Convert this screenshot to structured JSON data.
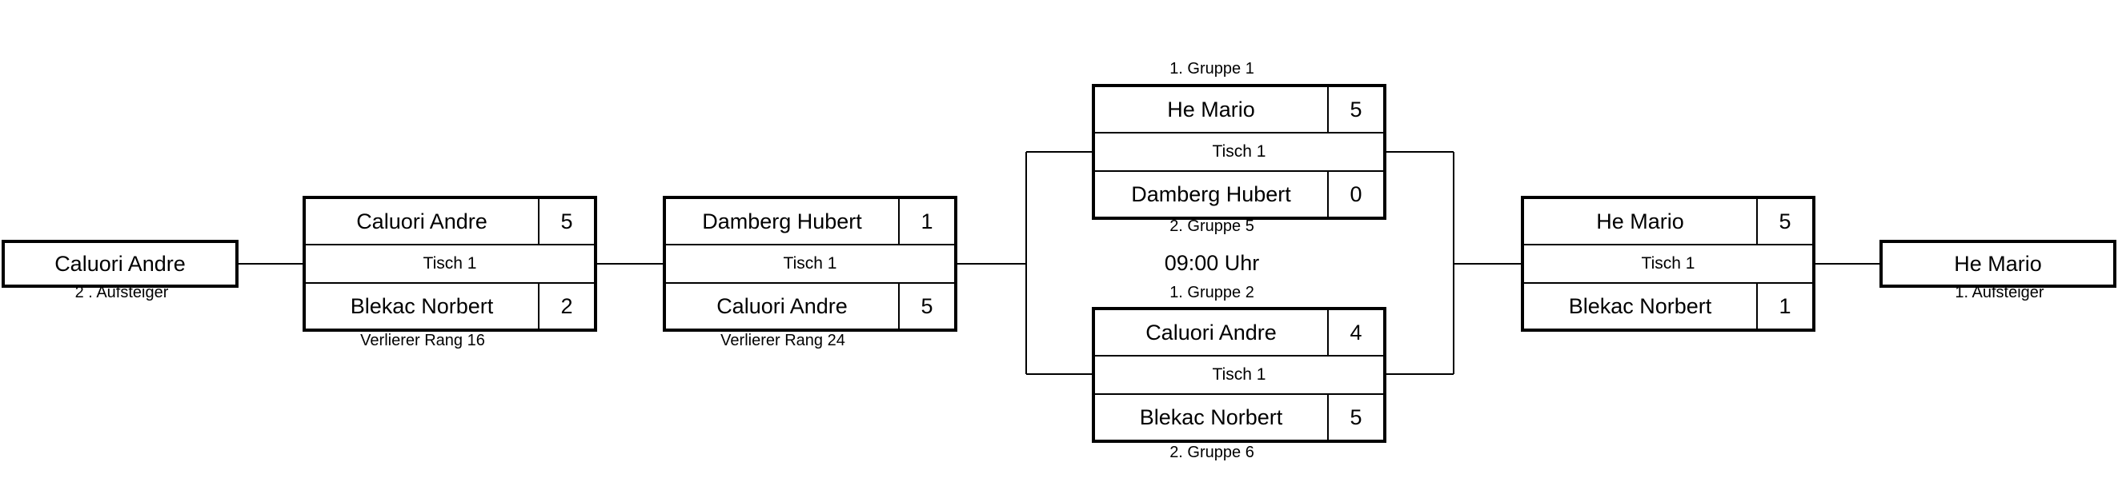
{
  "left_entry": {
    "player": "Caluori Andre",
    "caption": "2 . Aufsteiger"
  },
  "right_entry": {
    "player": "He Mario",
    "caption": "1. Aufsteiger"
  },
  "matches": {
    "m1": {
      "top": {
        "name": "Caluori Andre",
        "score": "5"
      },
      "table": "Tisch 1",
      "bottom": {
        "name": "Blekac Norbert",
        "score": "2"
      },
      "caption_below": "Verlierer Rang 16"
    },
    "m2": {
      "top": {
        "name": "Damberg Hubert",
        "score": "1"
      },
      "table": "Tisch 1",
      "bottom": {
        "name": "Caluori Andre",
        "score": "5"
      },
      "caption_below": "Verlierer Rang 24"
    },
    "m3": {
      "caption_above": "1. Gruppe 1",
      "top": {
        "name": "He Mario",
        "score": "5"
      },
      "table": "Tisch 1",
      "bottom": {
        "name": "Damberg Hubert",
        "score": "0"
      },
      "caption_below": "2. Gruppe 5"
    },
    "m4": {
      "caption_above": "1. Gruppe 2",
      "top": {
        "name": "Caluori Andre",
        "score": "4"
      },
      "table": "Tisch 1",
      "bottom": {
        "name": "Blekac Norbert",
        "score": "5"
      },
      "caption_below": "2. Gruppe 6"
    },
    "m5": {
      "top": {
        "name": "He Mario",
        "score": "5"
      },
      "table": "Tisch 1",
      "bottom": {
        "name": "Blekac Norbert",
        "score": "1"
      }
    }
  },
  "time": "09:00 Uhr"
}
